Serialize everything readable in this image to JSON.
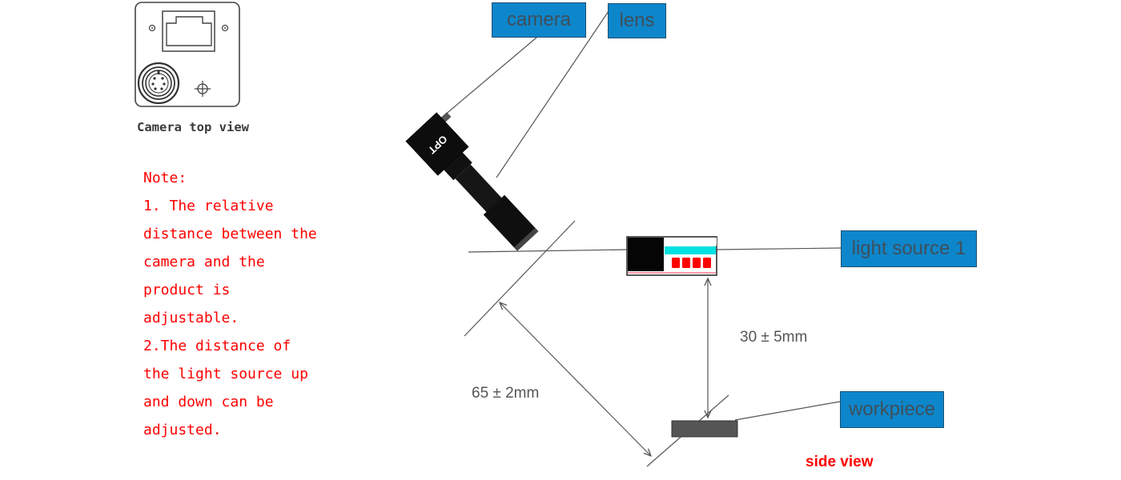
{
  "top_view": {
    "caption": "Camera top view"
  },
  "note": {
    "lines": [
      "Note:",
      "1. The relative",
      "distance between the",
      "camera and the",
      "product is",
      "adjustable.",
      "2.The distance of",
      "the light source up",
      "and down can be",
      "adjusted."
    ]
  },
  "side_view": {
    "caption": "side view",
    "camera_print": "OPT"
  },
  "callouts": {
    "camera": "camera",
    "lens": "lens",
    "light_source": "light source 1",
    "workpiece": "workpiece"
  },
  "dimensions": {
    "light_height": "30 ± 5mm",
    "working_distance": "65 ± 2mm"
  },
  "colors": {
    "callout_fill": "#0e86cb",
    "note_text": "#ff0000",
    "light_emitter": "#00e0e0",
    "led": "#ff0000",
    "workpiece": "#555555"
  }
}
